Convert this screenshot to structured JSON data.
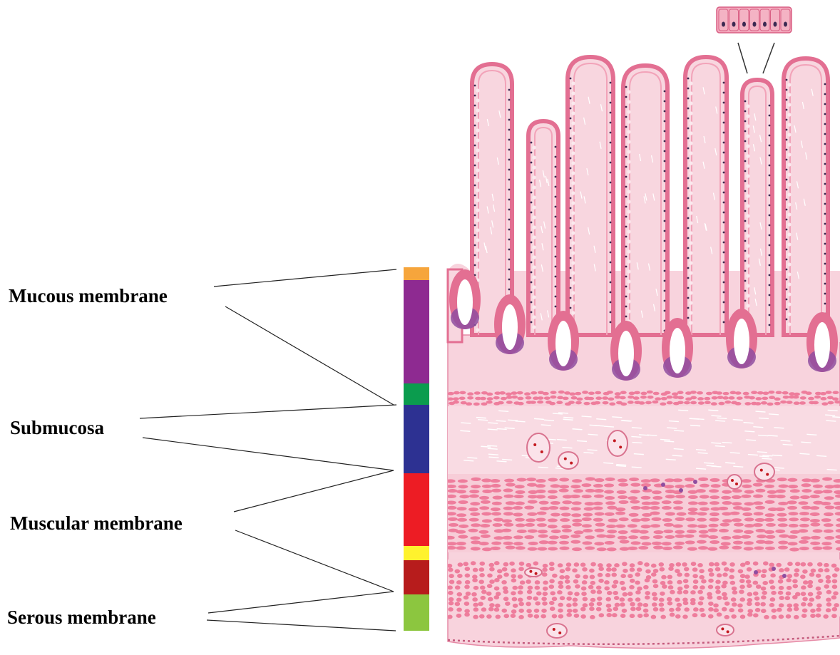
{
  "labels": {
    "mucous": "Mucous membrane",
    "submucosa": "Submucosa",
    "muscular": "Muscular membrane",
    "serous": "Serous membrane"
  },
  "layer_colors": {
    "epithelium": "#f6a53c",
    "lamina_propria": "#8e2a91",
    "muscularis_mucosae": "#0b9c4e",
    "submucosa": "#2d3192",
    "circular_muscle": "#ed1c24",
    "intermuscular": "#fff22d",
    "longitudinal_muscle": "#b71c1c",
    "serosa": "#8cc63f"
  },
  "tissue_colors": {
    "background": "#f8d3dd",
    "epithelium": "#e36f92",
    "muscle_cell": "#ee7d9c",
    "gland_base": "#8f4ea0",
    "nucleus": "#3b2a52",
    "blood_cell": "#c3191f"
  }
}
